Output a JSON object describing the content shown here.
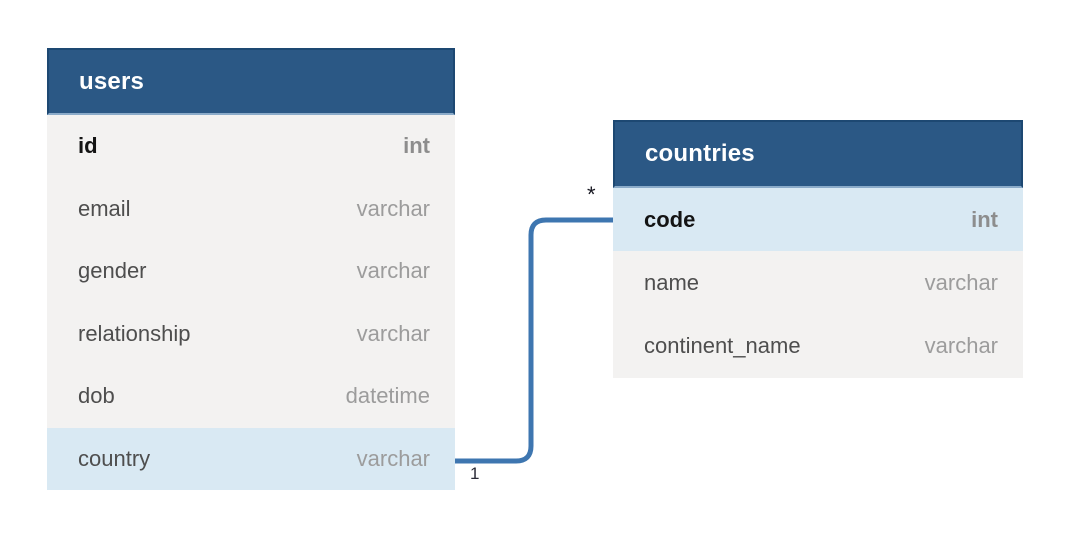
{
  "diagram": {
    "tables": [
      {
        "name": "users",
        "columns": [
          {
            "name": "id",
            "type": "int"
          },
          {
            "name": "email",
            "type": "varchar"
          },
          {
            "name": "gender",
            "type": "varchar"
          },
          {
            "name": "relationship",
            "type": "varchar"
          },
          {
            "name": "dob",
            "type": "datetime"
          },
          {
            "name": "country",
            "type": "varchar"
          }
        ]
      },
      {
        "name": "countries",
        "columns": [
          {
            "name": "code",
            "type": "int"
          },
          {
            "name": "name",
            "type": "varchar"
          },
          {
            "name": "continent_name",
            "type": "varchar"
          }
        ]
      }
    ],
    "relationship": {
      "from_table": "users",
      "from_column": "country",
      "to_table": "countries",
      "to_column": "code",
      "from_cardinality": "1",
      "to_cardinality": "*"
    },
    "colors": {
      "header_bg": "#2b5885",
      "header_border": "#1d4872",
      "header_underline": "#8babc9",
      "row_bg": "#f3f2f1",
      "highlight_bg": "#d9e9f3",
      "connector": "#3e76b0"
    }
  }
}
